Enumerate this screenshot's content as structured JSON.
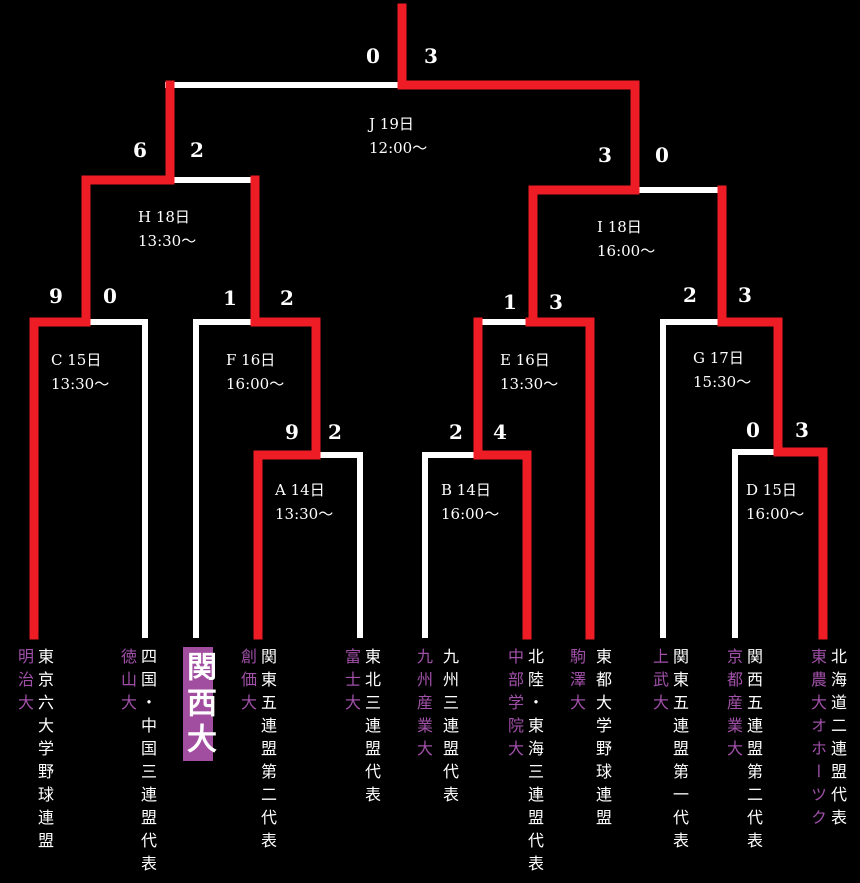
{
  "colors": {
    "winner_line": "#ee1c25",
    "loser_line": "#ffffff",
    "university": "#a050a8",
    "highlight_bg": "#a24ea0"
  },
  "matches": {
    "J": {
      "day": "J 19日",
      "time": "12:00～",
      "score_left": "0",
      "score_right": "3"
    },
    "H": {
      "day": "H 18日",
      "time": "13:30～",
      "score_left": "6",
      "score_right": "2"
    },
    "I": {
      "day": "I 18日",
      "time": "16:00～",
      "score_left": "3",
      "score_right": "0"
    },
    "C": {
      "day": "C 15日",
      "time": "13:30～",
      "score_left": "9",
      "score_right": "0"
    },
    "F": {
      "day": "F 16日",
      "time": "16:00～",
      "score_left": "1",
      "score_right": "2"
    },
    "E": {
      "day": "E 16日",
      "time": "13:30～",
      "score_left": "1",
      "score_right": "3"
    },
    "G": {
      "day": "G 17日",
      "time": "15:30～",
      "score_left": "2",
      "score_right": "3"
    },
    "A": {
      "day": "A 14日",
      "time": "13:30～",
      "score_left": "9",
      "score_right": "2"
    },
    "B": {
      "day": "B 14日",
      "time": "16:00～",
      "score_left": "2",
      "score_right": "4"
    },
    "D": {
      "day": "D 15日",
      "time": "16:00～",
      "score_left": "0",
      "score_right": "3"
    }
  },
  "teams": [
    {
      "university": "明治大",
      "league": "東京六大学野球連盟"
    },
    {
      "university": "徳山大",
      "league": "四国・中国三連盟代表"
    },
    {
      "university": "関西大",
      "league": ""
    },
    {
      "university": "創価大",
      "league": "関東五連盟第二代表"
    },
    {
      "university": "富士大",
      "league": "東北三連盟代表"
    },
    {
      "university": "九州産業大",
      "league": "九州三連盟代表"
    },
    {
      "university": "中部学院大",
      "league": "北陸・東海三連盟代表"
    },
    {
      "university": "駒澤大",
      "league": "東都大学野球連盟"
    },
    {
      "university": "上武大",
      "league": "関東五連盟第一代表"
    },
    {
      "university": "京都産業大",
      "league": "関西五連盟第二代表"
    },
    {
      "university": "東農大オホーツク",
      "league": "北海道二連盟代表"
    }
  ]
}
